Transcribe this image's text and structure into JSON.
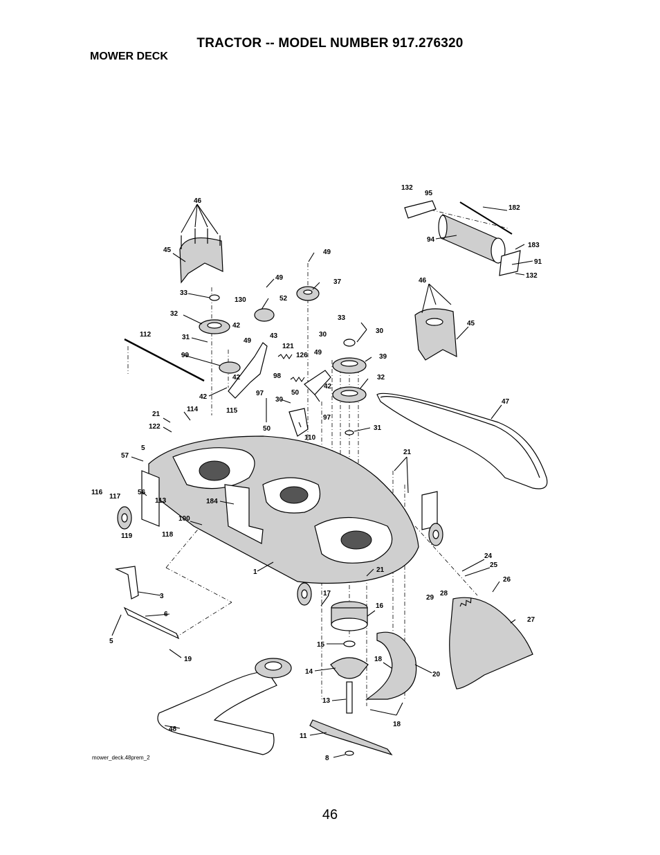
{
  "header": {
    "title": "TRACTOR -- MODEL NUMBER 917.276320",
    "subtitle": "MOWER DECK"
  },
  "footer": {
    "file_name": "mower_deck.48prem_2",
    "page_number": "46"
  },
  "callouts": [
    {
      "id": "46a",
      "text": "46"
    },
    {
      "id": "45a",
      "text": "45"
    },
    {
      "id": "49a",
      "text": "49"
    },
    {
      "id": "49b",
      "text": "49"
    },
    {
      "id": "37",
      "text": "37"
    },
    {
      "id": "52",
      "text": "52"
    },
    {
      "id": "33a",
      "text": "33"
    },
    {
      "id": "130",
      "text": "130"
    },
    {
      "id": "32a",
      "text": "32"
    },
    {
      "id": "42a",
      "text": "42"
    },
    {
      "id": "31a",
      "text": "31"
    },
    {
      "id": "49c",
      "text": "49"
    },
    {
      "id": "43",
      "text": "43"
    },
    {
      "id": "112",
      "text": "112"
    },
    {
      "id": "121",
      "text": "121"
    },
    {
      "id": "99",
      "text": "99"
    },
    {
      "id": "126",
      "text": "126"
    },
    {
      "id": "49d",
      "text": "49"
    },
    {
      "id": "98",
      "text": "98"
    },
    {
      "id": "42b",
      "text": "42"
    },
    {
      "id": "42c",
      "text": "42"
    },
    {
      "id": "97a",
      "text": "97"
    },
    {
      "id": "115",
      "text": "115"
    },
    {
      "id": "50a",
      "text": "50"
    },
    {
      "id": "30a",
      "text": "30"
    },
    {
      "id": "50b",
      "text": "50"
    },
    {
      "id": "97b",
      "text": "97"
    },
    {
      "id": "110",
      "text": "110"
    },
    {
      "id": "33b",
      "text": "33"
    },
    {
      "id": "30b",
      "text": "30"
    },
    {
      "id": "30c",
      "text": "30"
    },
    {
      "id": "39",
      "text": "39"
    },
    {
      "id": "32b",
      "text": "32"
    },
    {
      "id": "31b",
      "text": "31"
    },
    {
      "id": "132a",
      "text": "132"
    },
    {
      "id": "95",
      "text": "95"
    },
    {
      "id": "182",
      "text": "182"
    },
    {
      "id": "94",
      "text": "94"
    },
    {
      "id": "183",
      "text": "183"
    },
    {
      "id": "91",
      "text": "91"
    },
    {
      "id": "132b",
      "text": "132"
    },
    {
      "id": "46b",
      "text": "46"
    },
    {
      "id": "45b",
      "text": "45"
    },
    {
      "id": "47",
      "text": "47"
    },
    {
      "id": "21a",
      "text": "21"
    },
    {
      "id": "114",
      "text": "114"
    },
    {
      "id": "122",
      "text": "122"
    },
    {
      "id": "5a",
      "text": "5"
    },
    {
      "id": "57",
      "text": "57"
    },
    {
      "id": "116",
      "text": "116"
    },
    {
      "id": "117",
      "text": "117"
    },
    {
      "id": "56",
      "text": "56"
    },
    {
      "id": "113",
      "text": "113"
    },
    {
      "id": "184",
      "text": "184"
    },
    {
      "id": "100",
      "text": "100"
    },
    {
      "id": "119",
      "text": "119"
    },
    {
      "id": "118",
      "text": "118"
    },
    {
      "id": "1",
      "text": "1"
    },
    {
      "id": "21b",
      "text": "21"
    },
    {
      "id": "21c",
      "text": "21"
    },
    {
      "id": "24",
      "text": "24"
    },
    {
      "id": "25",
      "text": "25"
    },
    {
      "id": "26",
      "text": "26"
    },
    {
      "id": "28",
      "text": "28"
    },
    {
      "id": "29",
      "text": "29"
    },
    {
      "id": "27",
      "text": "27"
    },
    {
      "id": "3",
      "text": "3"
    },
    {
      "id": "6",
      "text": "6"
    },
    {
      "id": "5b",
      "text": "5"
    },
    {
      "id": "19",
      "text": "19"
    },
    {
      "id": "17",
      "text": "17"
    },
    {
      "id": "16",
      "text": "16"
    },
    {
      "id": "15",
      "text": "15"
    },
    {
      "id": "14",
      "text": "14"
    },
    {
      "id": "18a",
      "text": "18"
    },
    {
      "id": "20",
      "text": "20"
    },
    {
      "id": "13",
      "text": "13"
    },
    {
      "id": "18b",
      "text": "18"
    },
    {
      "id": "48",
      "text": "48"
    },
    {
      "id": "11",
      "text": "11"
    },
    {
      "id": "8",
      "text": "8"
    }
  ]
}
